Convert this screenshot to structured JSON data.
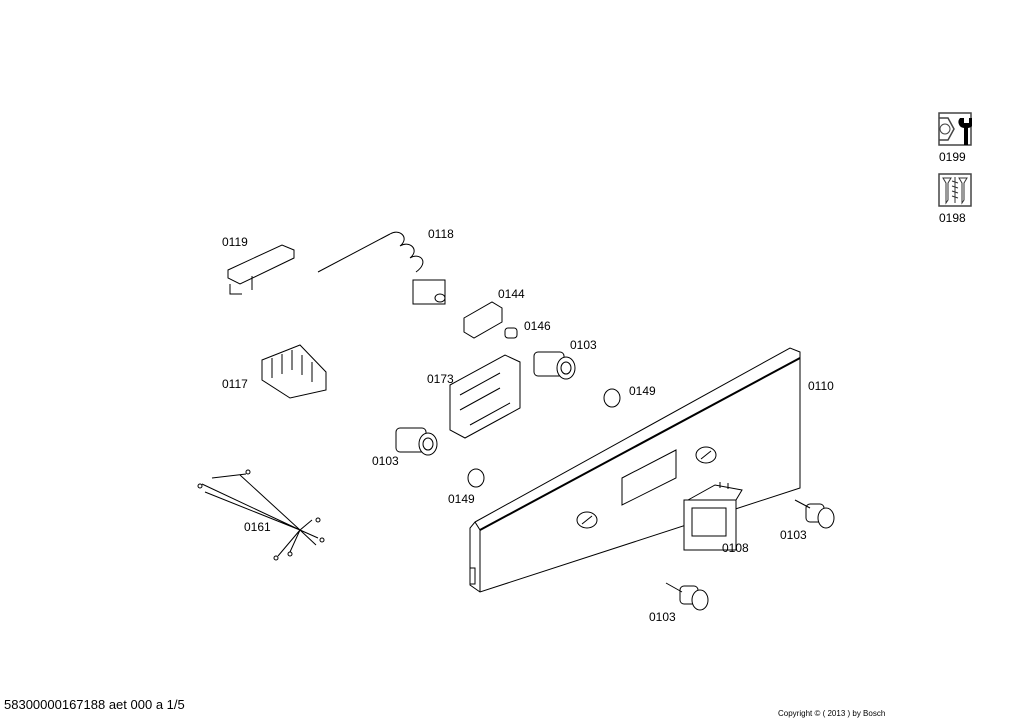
{
  "diagram": {
    "labels": {
      "p0119": "0119",
      "p0118": "0118",
      "p0144": "0144",
      "p0146": "0146",
      "p0103a": "0103",
      "p0117": "0117",
      "p0173": "0173",
      "p0149a": "0149",
      "p0110": "0110",
      "p0103b": "0103",
      "p0149b": "0149",
      "p0161": "0161",
      "p0108": "0108",
      "p0103c": "0103",
      "p0103d": "0103"
    },
    "icons": [
      {
        "name": "tools-icon",
        "label": "0199"
      },
      {
        "name": "screws-icon",
        "label": "0198"
      }
    ]
  },
  "footer": {
    "doc_id": "58300000167188 aet 000 a 1/5",
    "copyright": "Copyright © ( 2013 ) by Bosch"
  }
}
